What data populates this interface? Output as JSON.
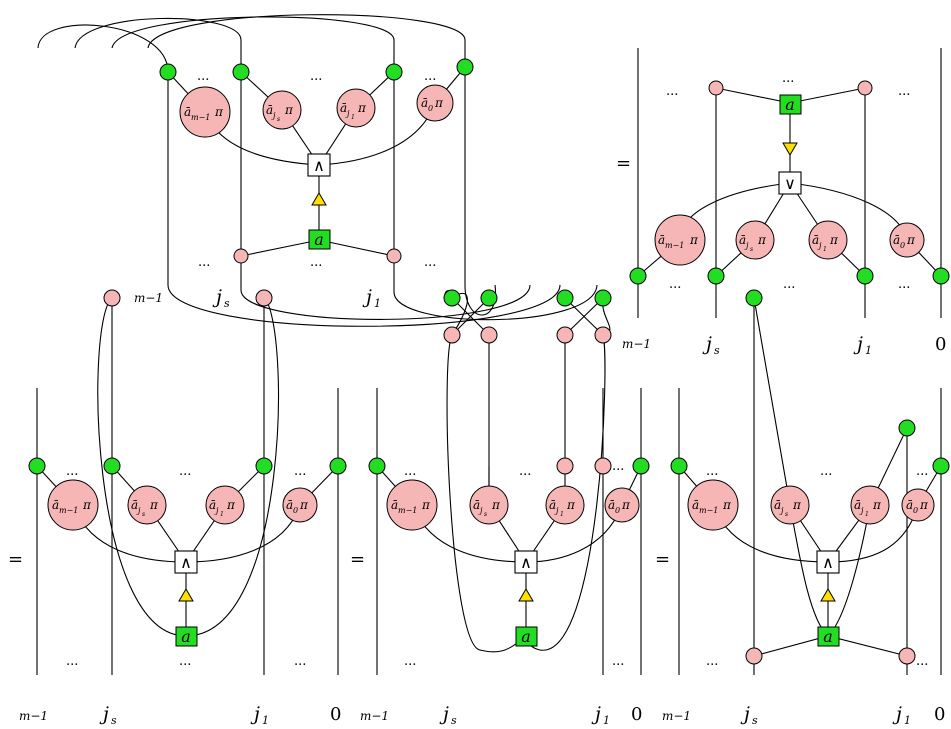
{
  "labels": {
    "dots": "...",
    "equals": "=",
    "and": "∧",
    "or": "∨",
    "a": "a",
    "phase_m1": "ā",
    "phase_m1_sub": "m−1",
    "phase_js": "ā",
    "phase_js_sub": "j",
    "phase_js_subsub": "s",
    "phase_j1": "ā",
    "phase_j1_sub": "j",
    "phase_j1_subsub": "1",
    "phase_0": "ā",
    "phase_0_sub": "0",
    "pi": "π",
    "wire_m1": "m−1",
    "wire_j": "j",
    "wire_s": "s",
    "wire_1": "1",
    "wire_0": "0"
  },
  "colors": {
    "green_spider": "#22dd22",
    "red_spider": "#f7b6b6",
    "hadamard_triangle": "#ffe000"
  }
}
